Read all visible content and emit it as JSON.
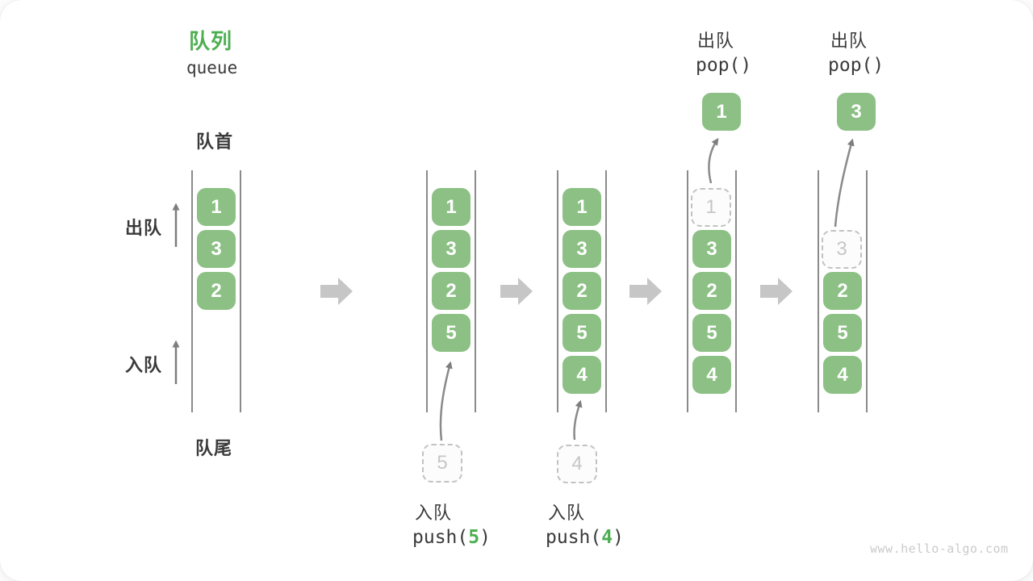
{
  "title": {
    "zh": "队列",
    "en": "queue"
  },
  "labels": {
    "front": "队首",
    "rear": "队尾",
    "dequeue": "出队",
    "enqueue": "入队"
  },
  "states": [
    {
      "boxes": [
        "1",
        "3",
        "2"
      ]
    },
    {
      "boxes": [
        "1",
        "3",
        "2",
        "5"
      ],
      "ghost": "5"
    },
    {
      "boxes": [
        "1",
        "3",
        "2",
        "5",
        "4"
      ],
      "ghost": "4"
    },
    {
      "boxes": [
        "3",
        "2",
        "5",
        "4"
      ],
      "ghost": "1",
      "popped": "1"
    },
    {
      "boxes": [
        "2",
        "5",
        "4"
      ],
      "ghost": "3",
      "popped": "3"
    }
  ],
  "operations": {
    "push5": {
      "action": "入队",
      "code_fn": "push(",
      "code_arg": "5",
      "code_close": ")"
    },
    "push4": {
      "action": "入队",
      "code_fn": "push(",
      "code_arg": "4",
      "code_close": ")"
    },
    "pop1": {
      "action": "出队",
      "code": "pop()"
    },
    "pop2": {
      "action": "出队",
      "code": "pop()"
    }
  },
  "watermark": "www.hello-algo.com",
  "colors": {
    "box_green": "#8CC084",
    "accent_green": "#4CAF50",
    "ghost_border": "#C2C2C2",
    "ghost_text": "#C6C6C6",
    "rail_gray": "#8A8A8A",
    "arrow_gray": "#7E7E7E",
    "block_arrow_gray": "#C6C6C6",
    "text_dark": "#3A3A3A",
    "watermark_gray": "#CBCBCB"
  }
}
